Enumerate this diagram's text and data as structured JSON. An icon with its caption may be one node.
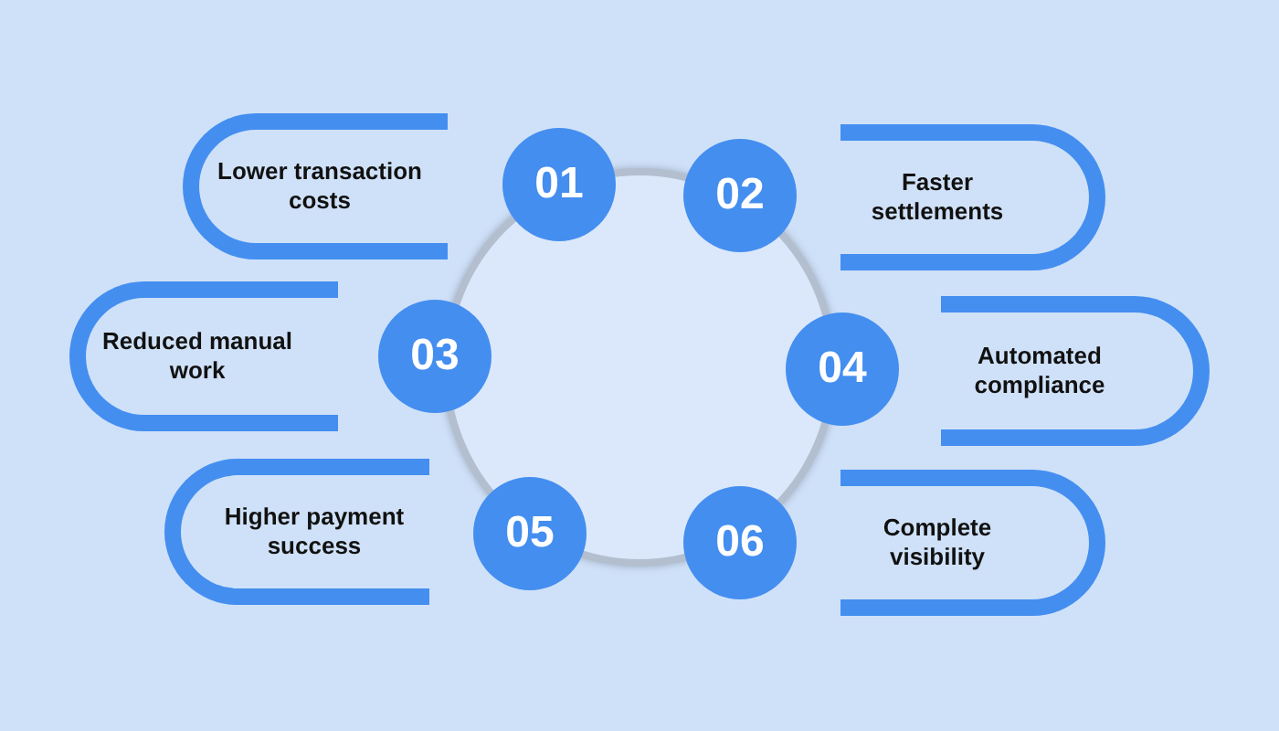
{
  "diagram": {
    "nodes": [
      {
        "text": [],
        "shape": "circle"
      },
      {
        "text": [
          "Lower transaction costs"
        ]
      },
      {
        "text": [
          "01"
        ]
      },
      {
        "text": [
          "02"
        ]
      },
      {
        "text": [
          "Faster settlements"
        ]
      },
      {
        "text": [
          "Reduced manual work"
        ]
      },
      {
        "text": [
          "03"
        ]
      },
      {
        "text": [
          "04"
        ]
      },
      {
        "text": [
          "Automated compliance"
        ]
      },
      {
        "text": [
          "Higher payment success"
        ]
      },
      {
        "text": [
          "05"
        ]
      },
      {
        "text": [
          "06"
        ]
      },
      {
        "text": [
          "Complete visibility"
        ]
      }
    ]
  }
}
